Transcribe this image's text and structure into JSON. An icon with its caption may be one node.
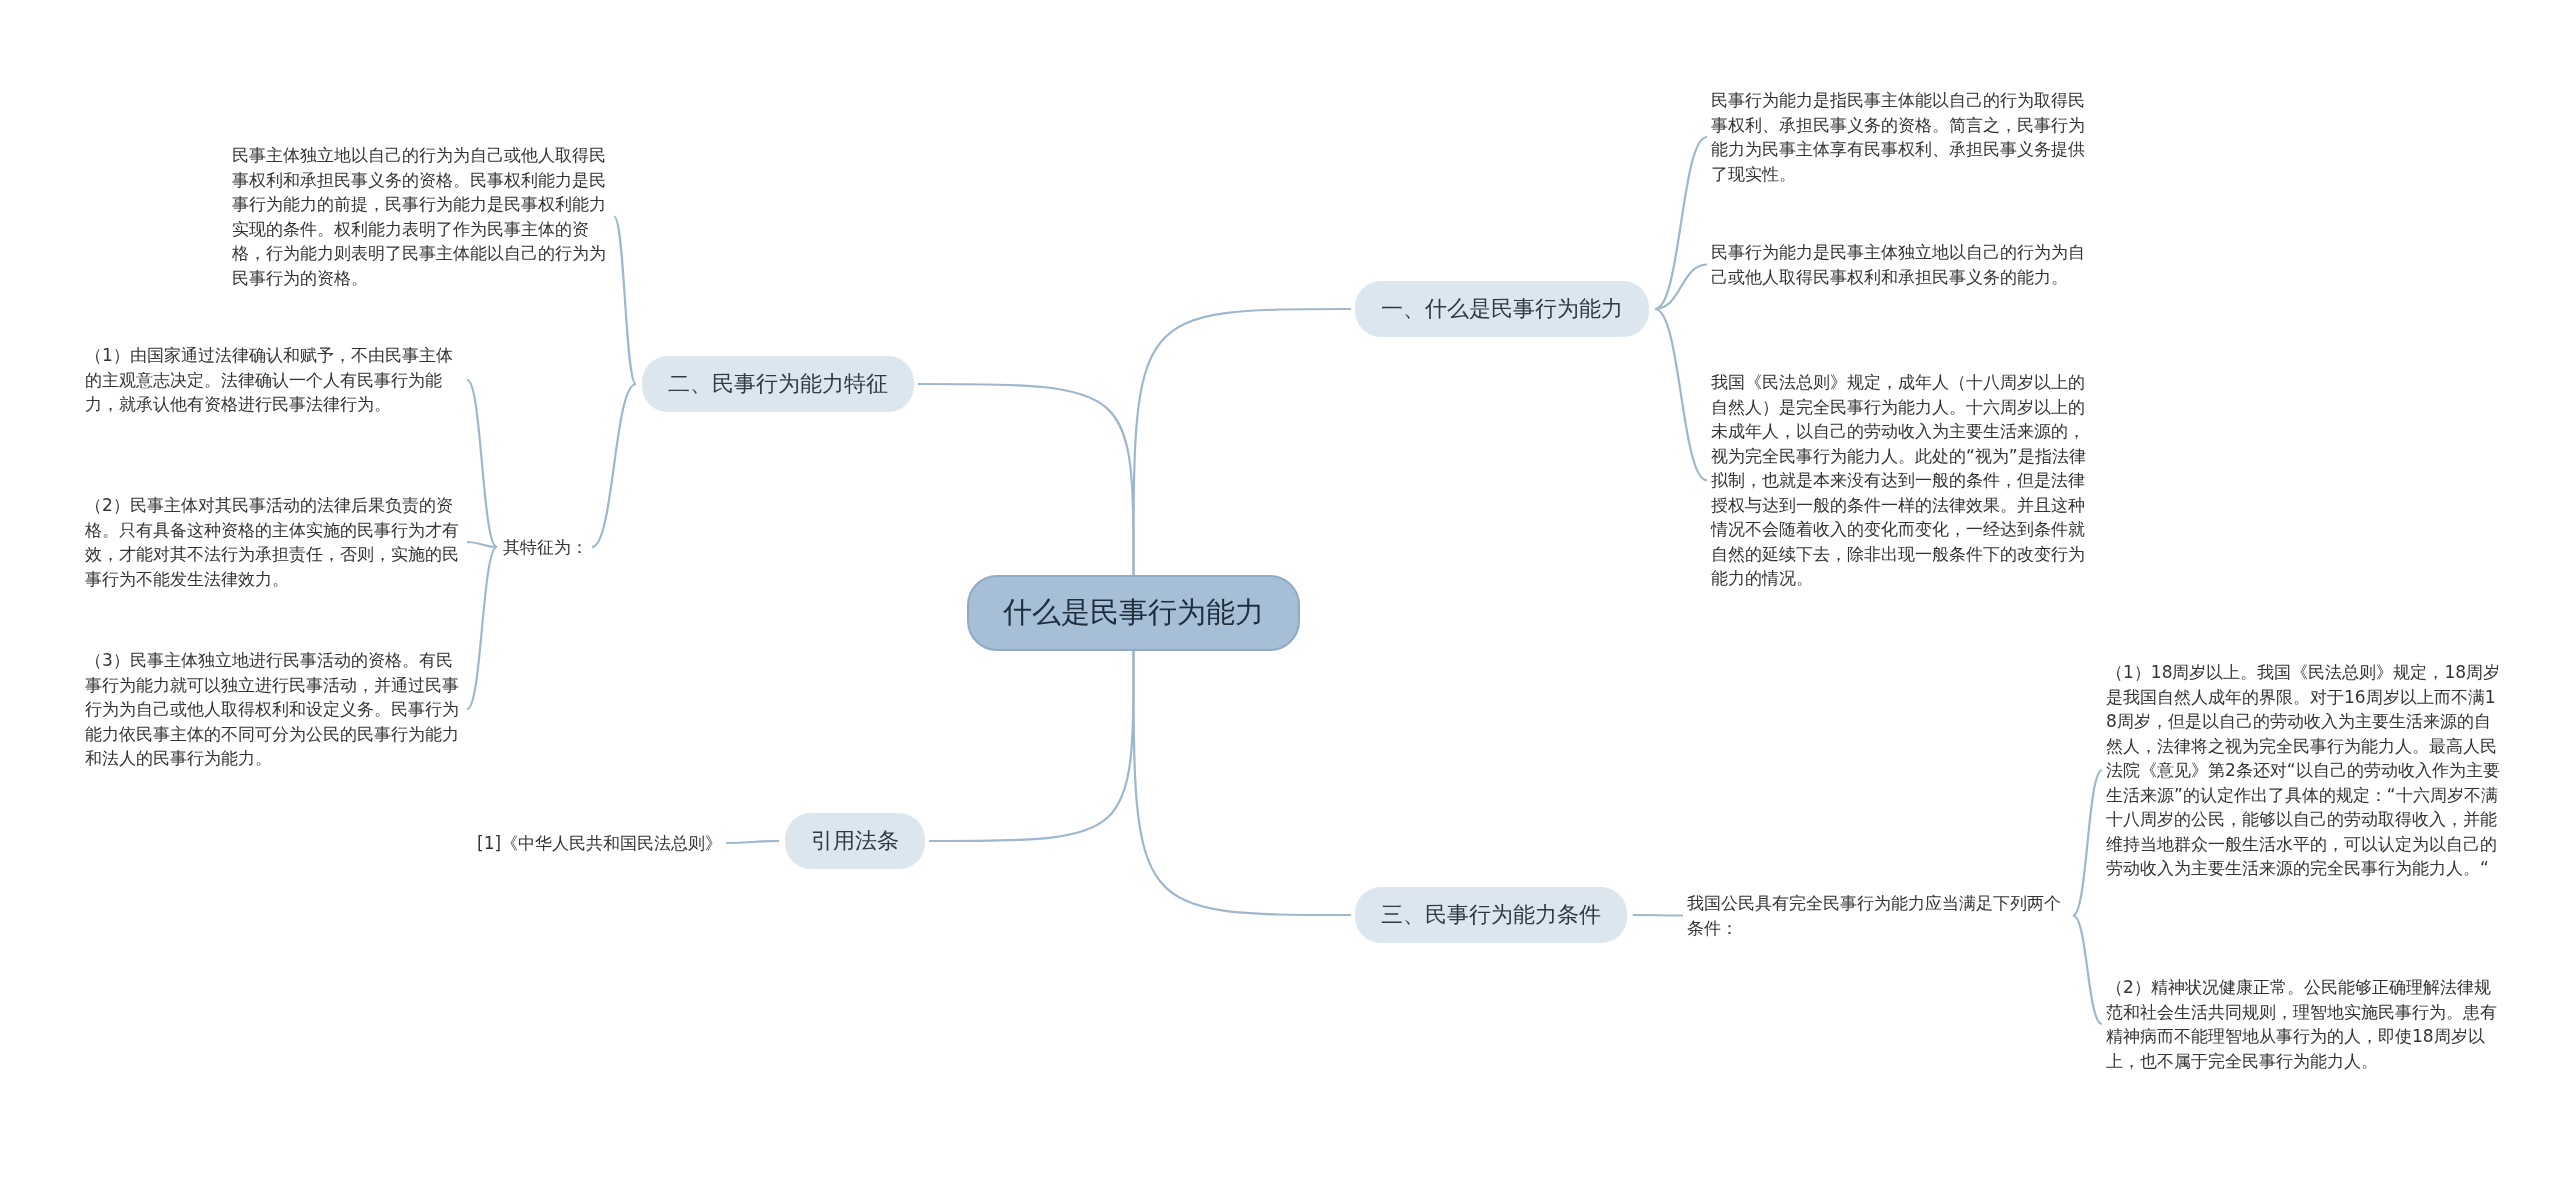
{
  "diagram": {
    "nodes": [
      {
        "text": [
          "什么是民事行为能力"
        ]
      },
      {
        "text": [
          "一、什么是民事行为能力"
        ]
      },
      {
        "text": [
          "民事行为能力是指民事主体能以自己的行为取得民事权利、承担民事义务的资格。简言之，民事行为能力为民事主体享有民事权利、承担民事义务提供了现实性。"
        ]
      },
      {
        "text": [
          "民事行为能力是民事主体独立地以自己的行为为自己或他人取得民事权利和承担民事义务的能力。"
        ]
      },
      {
        "text": [
          "我国《民法总则》规定，成年人（十八周岁以上的自然人）是完全民事行为能力人。十六周岁以上的未成年人，以自己的劳动收入为主要生活来源的，视为完全民事行为能力人。此处的“视为”是指法律拟制，也就是本来没有达到一般的条件，但是法律授权与达到一般的条件一样的法律效果。并且这种情况不会随着收入的变化而变化，一经达到条件就自然的延续下去，除非出现一般条件下的改变行为能力的情况。"
        ]
      },
      {
        "text": [
          "二、民事行为能力特征"
        ]
      },
      {
        "text": [
          "民事主体独立地以自己的行为为自己或他人取得民事权利和承担民事义务的资格。民事权利能力是民事行为能力的前提，民事行为能力是民事权利能力实现的条件。权利能力表明了作为民事主体的资格，行为能力则表明了民事主体能以自己的行为为民事行为的资格。"
        ]
      },
      {
        "text": [
          "其特征为："
        ]
      },
      {
        "text": [
          "（1）由国家通过法律确认和赋予，不由民事主体的主观意志决定。法律确认一个人有民事行为能力，就承认他有资格进行民事法律行为。"
        ]
      },
      {
        "text": [
          "（2）民事主体对其民事活动的法律后果负责的资格。只有具备这种资格的主体实施的民事行为才有效，才能对其不法行为承担责任，否则，实施的民事行为不能发生法律效力。"
        ]
      },
      {
        "text": [
          "（3）民事主体独立地进行民事活动的资格。有民事行为能力就可以独立进行民事活动，并通过民事行为为自己或他人取得权利和设定义务。民事行为能力依民事主体的不同可分为公民的民事行为能力和法人的民事行为能力。"
        ]
      },
      {
        "text": [
          "引用法条"
        ]
      },
      {
        "text": [
          "[1]《中华人民共和国民法总则》"
        ]
      },
      {
        "text": [
          "三、民事行为能力条件"
        ]
      },
      {
        "text": [
          "我国公民具有完全民事行为能力应当满足下列两个条件："
        ]
      },
      {
        "text": [
          "（1）18周岁以上。我国《民法总则》规定，18周岁是我国自然人成年的界限。对于16周岁以上而不满18周岁，但是以自己的劳动收入为主要生活来源的自然人，法律将之视为完全民事行为能力人。最高人民法院《意见》第2条还对“以自己的劳动收入作为主要生活来源”的认定作出了具体的规定：“十六周岁不满十八周岁的公民，能够以自己的劳动取得收入，并能维持当地群众一般生活水平的，可以认定为以自己的劳动收入为主要生活来源的完全民事行为能力人。“"
        ]
      },
      {
        "text": [
          "（2）精神状况健康正常。公民能够正确理解法律规范和社会生活共同规则，理智地实施民事行为。患有精神病而不能理智地从事行为的人，即使18周岁以上，也不属于完全民事行为能力人。"
        ]
      }
    ],
    "edges": [
      {
        "from": 0,
        "to": 1,
        "arrow": "none"
      },
      {
        "from": 1,
        "to": 2,
        "arrow": "none"
      },
      {
        "from": 1,
        "to": 3,
        "arrow": "none"
      },
      {
        "from": 1,
        "to": 4,
        "arrow": "none"
      },
      {
        "from": 0,
        "to": 5,
        "arrow": "none"
      },
      {
        "from": 5,
        "to": 6,
        "arrow": "none"
      },
      {
        "from": 5,
        "to": 7,
        "arrow": "none"
      },
      {
        "from": 7,
        "to": 8,
        "arrow": "none"
      },
      {
        "from": 7,
        "to": 9,
        "arrow": "none"
      },
      {
        "from": 7,
        "to": 10,
        "arrow": "none"
      },
      {
        "from": 0,
        "to": 11,
        "arrow": "none"
      },
      {
        "from": 11,
        "to": 12,
        "arrow": "none"
      },
      {
        "from": 0,
        "to": 13,
        "arrow": "none"
      },
      {
        "from": 13,
        "to": 14,
        "arrow": "none"
      },
      {
        "from": 14,
        "to": 15,
        "arrow": "none"
      },
      {
        "from": 14,
        "to": 16,
        "arrow": "none"
      }
    ]
  }
}
